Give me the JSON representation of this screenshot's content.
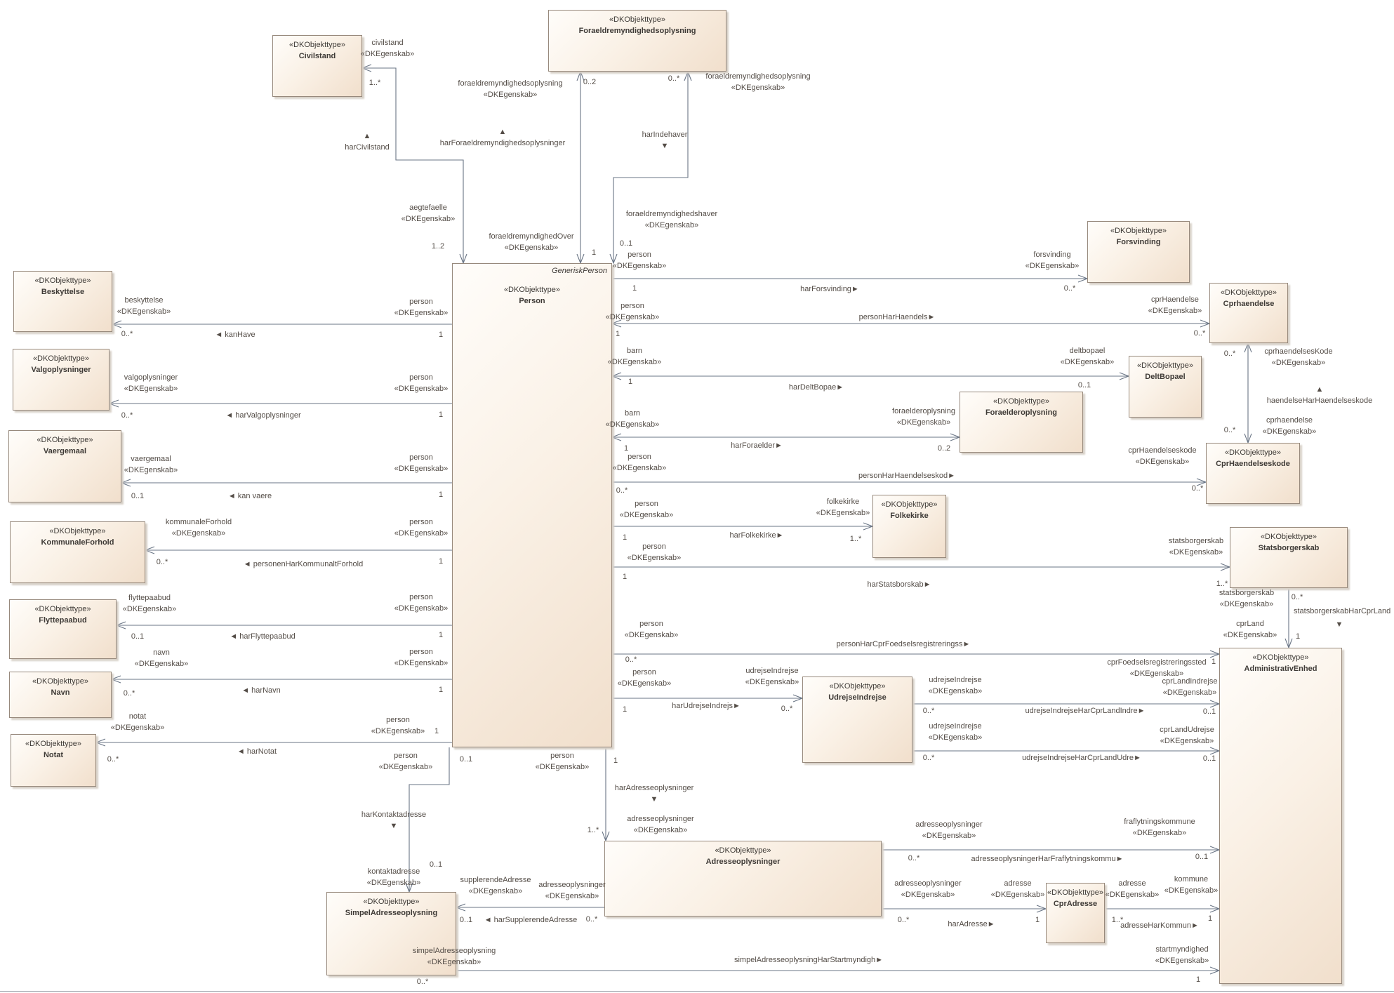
{
  "diagram": {
    "nodes": {
      "civilstand": {
        "stereotype": "«DKObjekttype»",
        "name": "Civilstand"
      },
      "foraeldremyndighedsoplysning": {
        "stereotype": "«DKObjekttype»",
        "name": "Foraeldremyndighedsoplysning"
      },
      "person": {
        "tagline": "GeneriskPerson",
        "stereotype": "«DKObjekttype»",
        "name": "Person"
      },
      "forsvinding": {
        "stereotype": "«DKObjekttype»",
        "name": "Forsvinding"
      },
      "cprhaendelse": {
        "stereotype": "«DKObjekttype»",
        "name": "Cprhaendelse"
      },
      "beskyttelse": {
        "stereotype": "«DKObjekttype»",
        "name": "Beskyttelse"
      },
      "valgoplysninger": {
        "stereotype": "«DKObjekttype»",
        "name": "Valgoplysninger"
      },
      "vaergemaal": {
        "stereotype": "«DKObjekttype»",
        "name": "Vaergemaal"
      },
      "kommunaleforhold": {
        "stereotype": "«DKObjekttype»",
        "name": "KommunaleForhold"
      },
      "flyttepaabud": {
        "stereotype": "«DKObjekttype»",
        "name": "Flyttepaabud"
      },
      "navn": {
        "stereotype": "«DKObjekttype»",
        "name": "Navn"
      },
      "notat": {
        "stereotype": "«DKObjekttype»",
        "name": "Notat"
      },
      "deltbopael": {
        "stereotype": "«DKObjekttype»",
        "name": "DeltBopael"
      },
      "foraelderoplysning": {
        "stereotype": "«DKObjekttype»",
        "name": "Foraelderoplysning"
      },
      "cprhaendelseskode": {
        "stereotype": "«DKObjekttype»",
        "name": "CprHaendelseskode"
      },
      "folkekirke": {
        "stereotype": "«DKObjekttype»",
        "name": "Folkekirke"
      },
      "statsborgerskab": {
        "stereotype": "«DKObjekttype»",
        "name": "Statsborgerskab"
      },
      "administrativenhed": {
        "stereotype": "«DKObjekttype»",
        "name": "AdministrativEnhed"
      },
      "udrejseindrejse": {
        "stereotype": "«DKObjekttype»",
        "name": "UdrejseIndrejse"
      },
      "adresseoplysninger": {
        "stereotype": "«DKObjekttype»",
        "name": "Adresseoplysninger"
      },
      "cpradresse": {
        "stereotype": "«DKObjekttype»",
        "name": "CprAdresse"
      },
      "simpeladresseoplysning": {
        "stereotype": "«DKObjekttype»",
        "name": "SimpelAdresseoplysning"
      }
    },
    "labels": {
      "role_beskyttelse": "beskyttelse\n«DKEgenskab»",
      "mult_beskyttelse": "0..*",
      "name_kanhave": "◄ kanHave",
      "role_person_a": "person\n«DKEgenskab»",
      "mult_person_a": "1",
      "role_valgoplysninger": "valgoplysninger\n«DKEgenskab»",
      "mult_valgoplysninger": "0..*",
      "name_harvalgoplysninger": "◄ harValgoplysninger",
      "role_person_b": "person\n«DKEgenskab»",
      "mult_person_b": "1",
      "role_vaergemaal": "vaergemaal\n«DKEgenskab»",
      "mult_vaergemaal": "0..1",
      "name_kanvaere": "◄ kan vaere",
      "role_person_c": "person\n«DKEgenskab»",
      "mult_person_c": "1",
      "role_kommunaleforhold": "kommunaleForhold\n«DKEgenskab»",
      "mult_kommunaleforhold": "0..*",
      "name_kommunalt": "◄ personenHarKommunaltForhold",
      "role_person_d": "person\n«DKEgenskab»",
      "mult_person_d": "1",
      "role_flyttepaabud": "flyttepaabud\n«DKEgenskab»",
      "mult_flyttepaabud": "0..1",
      "name_harflyttepaabud": "◄ harFlyttepaabud",
      "role_person_e": "person\n«DKEgenskab»",
      "mult_person_e": "1",
      "role_navn": "navn\n«DKEgenskab»",
      "mult_navn": "0..*",
      "name_harnavn": "◄ harNavn",
      "role_person_f": "person\n«DKEgenskab»",
      "mult_person_f": "1",
      "role_notat": "notat\n«DKEgenskab»",
      "mult_notat": "0..*",
      "name_harnotat": "◄ harNotat",
      "role_person_g": "person\n«DKEgenskab»",
      "mult_person_g": "1",
      "role_civilstand": "civilstand\n«DKEgenskab»",
      "mult_civilstand": "1..*",
      "name_harcivilstand": "▲\nharCivilstand",
      "role_aegtefaelle": "aegtefaelle\n«DKEgenskab»",
      "mult_aegtefaelle": "1..2",
      "role_fmo_left": "foraeldremyndighedsoplysning\n«DKEgenskab»",
      "mult_fmo_02": "0..2",
      "name_harfmo": "▲\nharForaeldremyndighedsoplysninger",
      "role_fmover": "foraeldremyndighedOver\n«DKEgenskab»",
      "mult_r1_person": "1",
      "mult_fmo_0star": "0..*",
      "role_fmo_right": "foraeldremyndighedsoplysning\n«DKEgenskab»",
      "name_harindehaver": "harIndehaver\n▼",
      "role_fmhaver": "foraeldremyndighedshaver\n«DKEgenskab»",
      "mult_r2_person": "0..1",
      "role_person_r4": "person\n«DKEgenskab»",
      "mult_person_r4": "1",
      "name_harforsvinding": "harForsvinding►",
      "role_forsvinding": "forsvinding\n«DKEgenskab»",
      "mult_forsvinding": "0..*",
      "role_person_r5": "person\n«DKEgenskab»",
      "mult_person_r5": "1",
      "name_personharhaendelse": "personHarHaendels►",
      "role_cprhaendelse": "cprHaendelse\n«DKEgenskab»",
      "mult_cprhaendelse": "0..*",
      "role_barn_r6": "barn\n«DKEgenskab»",
      "mult_person_r6": "1",
      "name_hardeltbopael": "harDeltBopae►",
      "role_deltbopael": "deltbopael\n«DKEgenskab»",
      "mult_deltbopael": "0..1",
      "role_barn_r7": "barn\n«DKEgenskab»",
      "mult_person_r7": "1",
      "name_harforaelder": "harForaelder►",
      "role_foraelderoplysning": "foraelderoplysning\n«DKEgenskab»",
      "mult_foraelderoplysning": "0..2",
      "role_person_r8": "person\n«DKEgenskab»",
      "mult_person_r8": "0..*",
      "name_personharhaendelseskode": "personHarHaendelseskod►",
      "role_cprhaendelseskode": "cprHaendelseskode\n«DKEgenskab»",
      "mult_cprhaendelseskode": "0..*",
      "mult_hk_top": "0..*",
      "role_cprhaendelseskode_v": "cprhaendelsesKode\n«DKEgenskab»",
      "name_haendelsehar": "▲\nhaendelseHarHaendelseskode",
      "role_cprhaendelse_v": "cprhaendelse\n«DKEgenskab»",
      "mult_hk_bot": "0..*",
      "role_person_r9": "person\n«DKEgenskab»",
      "mult_person_r9": "1",
      "name_harfolkekirke": "harFolkekirke►",
      "role_folkekirke": "folkekirke\n«DKEgenskab»",
      "mult_folkekirke": "1..*",
      "role_person_r10": "person\n«DKEgenskab»",
      "mult_person_r10": "1",
      "name_harstatsborgerskab": "harStatsborskab►",
      "role_statsborgerskab_r10": "statsborgerskab\n«DKEgenskab»",
      "mult_statsborgerskab": "1..*",
      "role_stats_r11": "statsborgerskab\n«DKEgenskab»",
      "mult_r11_s": "0..*",
      "name_statsharcprland": "statsborgerskabHarCprLand",
      "tri_statshar": "▼",
      "role_cprland": "cprLand\n«DKEgenskab»",
      "mult_r11_a": "1",
      "role_person_r12": "person\n«DKEgenskab»",
      "mult_person_r12": "0..*",
      "name_personharcprfoed": "personHarCprFoedselsregistreringss►",
      "role_cprfoedsel": "cprFoedselsregistreringssted\n«DKEgenskab»",
      "mult_r12": "1",
      "role_person_r13": "person\n«DKEgenskab»",
      "mult_person_r13": "1",
      "name_harudrejseindrejse": "harUdrejseIndrejs►",
      "role_udrejseindrejse_r13": "udrejseIndrejse\n«DKEgenskab»",
      "mult_r13": "0..*",
      "role_udrejse_r14": "udrejseIndrejse\n«DKEgenskab»",
      "mult_r14_l": "0..*",
      "name_udrharindrejse": "udrejseIndrejseHarCprLandIndre►",
      "role_cprlandindrejse": "cprLandIndrejse\n«DKEgenskab»",
      "mult_r14_r": "0..1",
      "role_udrejse_r15": "udrejseIndrejse\n«DKEgenskab»",
      "mult_r15_l": "0..*",
      "name_udrharudrejse": "udrejseIndrejseHarCprLandUdre►",
      "role_cprlandudrejse": "cprLandUdrejse\n«DKEgenskab»",
      "mult_r15_r": "0..1",
      "role_person_h": "person\n«DKEgenskab»",
      "mult_h_person": "0..1",
      "name_harkontaktadresse": "harKontaktadresse\n▼",
      "mult_h_box": "0..1",
      "role_kontaktadresse": "kontaktadresse\n«DKEgenskab»",
      "role_person_i": "person\n«DKEgenskab»",
      "mult_i_person": "1",
      "name_haradresseoplysninger": "harAdresseoplysninger\n▼",
      "role_adresseopl_i": "adresseoplysninger\n«DKEgenskab»",
      "mult_i_box": "1..*",
      "role_supplerende": "supplerendeAdresse\n«DKEgenskab»",
      "role_adresseopl_k": "adresseoplysninger\n«DKEgenskab»",
      "mult_k_box": "0..1",
      "name_harsupplerende": "◄ harSupplerendeAdresse",
      "mult_k_adr": "0..*",
      "role_adresseopl_r16": "adresseoplysninger\n«DKEgenskab»",
      "mult_r16_l": "0..*",
      "name_harfraflyt": "adresseoplysningerHarFraflytningskommu►",
      "role_fraflytningskommune": "fraflytningskommune\n«DKEgenskab»",
      "mult_r16_r": "0..1",
      "role_adresseopl_r17": "adresseoplysninger\n«DKEgenskab»",
      "role_adresse_l": "adresse\n«DKEgenskab»",
      "mult_r17_l": "0..*",
      "name_haradresse": "harAdresse►",
      "mult_r17_r": "1",
      "role_adresse_r": "adresse\n«DKEgenskab»",
      "role_kommune": "kommune\n«DKEgenskab»",
      "mult_r18_l": "1..*",
      "name_adresseharkommune": "adresseHarKommun►",
      "mult_r18_r": "1",
      "role_simpeladr": "simpelAdresseoplysning\n«DKEgenskab»",
      "mult_r19_l": "0..*",
      "name_simpelhar": "simpelAdresseoplysningHarStartmyndigh►",
      "role_startmyndighed": "startmyndighed\n«DKEgenskab»",
      "mult_r19_r": "1"
    }
  }
}
